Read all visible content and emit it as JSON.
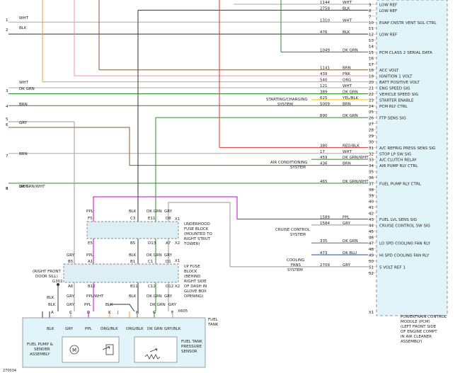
{
  "colors": {
    "wire_wht": "#aaaaaa",
    "wire_blk": "#333333",
    "wire_dkgrn": "#2e8b2e",
    "wire_gry": "#999999",
    "wire_brn": "#8b5a2b",
    "wire_ppl": "#cc00cc",
    "wire_pnk": "#ff88bb",
    "wire_org": "#ff9933",
    "wire_red": "#dd3333",
    "wire_yel": "#e6c200",
    "wire_dkblu": "#2244aa",
    "pcm_fill": "#e0f4fa",
    "tank_fill": "#e0f4fa",
    "fuse_fill": "#ddeef4"
  },
  "pcm": {
    "caption": [
      "POWERTRAIN CONTROL",
      "MODULE (PCM)",
      "(LEFT FRONT SIDE",
      "OF ENGINE COMPT",
      "IN AIR CLEANER",
      "ASSEMBLY)"
    ],
    "x1_label": "X1"
  },
  "pins": [
    {
      "n": "9",
      "sig": "LOW REF",
      "num": "1144",
      "color": "WHT"
    },
    {
      "n": "8",
      "sig": "LOW REF",
      "num": "2759",
      "color": "BLK"
    },
    {
      "n": "7",
      "sig": "",
      "num": "",
      "color": ""
    },
    {
      "n": "10",
      "sig": "EVAP CNSTR VENT SOL CTRL",
      "num": "1310",
      "color": "WHT"
    },
    {
      "n": "11",
      "sig": "",
      "num": "",
      "color": ""
    },
    {
      "n": "12",
      "sig": "LOW REF",
      "num": "476",
      "color": "BLK"
    },
    {
      "n": "13",
      "sig": "",
      "num": "",
      "color": ""
    },
    {
      "n": "14",
      "sig": "",
      "num": "",
      "color": ""
    },
    {
      "n": "15",
      "sig": "PCM CLASS 2 SERIAL DATA",
      "num": "1049",
      "color": "DK GRN"
    },
    {
      "n": "16",
      "sig": "",
      "num": "",
      "color": ""
    },
    {
      "n": "17",
      "sig": "",
      "num": "",
      "color": ""
    },
    {
      "n": "18",
      "sig": "ACC VOLT",
      "num": "1141",
      "color": "BRN"
    },
    {
      "n": "19",
      "sig": "IGNITION 1 VOLT",
      "num": "439",
      "color": "PNK"
    },
    {
      "n": "20",
      "sig": "BATT POSITIVE VOLT",
      "num": "540",
      "color": "ORG"
    },
    {
      "n": "21",
      "sig": "ENG SPEED SIG",
      "num": "121",
      "color": "WHT"
    },
    {
      "n": "22",
      "sig": "VEHICLE SPEED SIG",
      "num": "389",
      "color": "DK GRN"
    },
    {
      "n": "23",
      "sig": "STARTER ENABLE",
      "num": "625",
      "color": "YEL/BLK"
    },
    {
      "n": "24",
      "sig": "PCM RLY CTRL",
      "num": "5009",
      "color": "BRN"
    },
    {
      "n": "25",
      "sig": "",
      "num": "",
      "color": ""
    },
    {
      "n": "26",
      "sig": "FTP SENS SIG",
      "num": "890",
      "color": "DK GRN"
    },
    {
      "n": "27",
      "sig": "",
      "num": "",
      "color": ""
    },
    {
      "n": "28",
      "sig": "",
      "num": "",
      "color": ""
    },
    {
      "n": "29",
      "sig": "",
      "num": "",
      "color": ""
    },
    {
      "n": "30",
      "sig": "",
      "num": "",
      "color": ""
    },
    {
      "n": "31",
      "sig": "A/C REFRIG PRESS SENS SIG",
      "num": "380",
      "color": "RED/BLK"
    },
    {
      "n": "32",
      "sig": "STOP LP SW SIG",
      "num": "17",
      "color": "WHT"
    },
    {
      "n": "33",
      "sig": "A/C CLUTCH RELAY",
      "num": "459",
      "color": "DK GRN/WHT"
    },
    {
      "n": "34",
      "sig": "AIR PUMP RLY CTRL",
      "num": "436",
      "color": "BRN"
    },
    {
      "n": "35",
      "sig": "",
      "num": "",
      "color": ""
    },
    {
      "n": "36",
      "sig": "",
      "num": "",
      "color": ""
    },
    {
      "n": "37",
      "sig": "FUEL PUMP RLY CTRL",
      "num": "465",
      "color": "DK GRN/WHT"
    },
    {
      "n": "38",
      "sig": "",
      "num": "",
      "color": ""
    },
    {
      "n": "39",
      "sig": "",
      "num": "",
      "color": ""
    },
    {
      "n": "40",
      "sig": "",
      "num": "",
      "color": ""
    },
    {
      "n": "41",
      "sig": "",
      "num": "",
      "color": ""
    },
    {
      "n": "42",
      "sig": "",
      "num": "",
      "color": ""
    },
    {
      "n": "43",
      "sig": "FUEL LVL SENS SIG",
      "num": "1589",
      "color": "PPL"
    },
    {
      "n": "44",
      "sig": "CRUISE CONTROL SW SIG",
      "num": "1584",
      "color": "GRY"
    },
    {
      "n": "45",
      "sig": "",
      "num": "",
      "color": ""
    },
    {
      "n": "46",
      "sig": "",
      "num": "",
      "color": ""
    },
    {
      "n": "47",
      "sig": "LO SPD COOLING FAN RLY",
      "num": "335",
      "color": "DK GRN"
    },
    {
      "n": "48",
      "sig": "",
      "num": "",
      "color": ""
    },
    {
      "n": "49",
      "sig": "HI SPD COOLING FAN RLY",
      "num": "473",
      "color": "DK BLU"
    },
    {
      "n": "50",
      "sig": "",
      "num": "",
      "color": ""
    },
    {
      "n": "51",
      "sig": "5 VOLT REF 1",
      "num": "2709",
      "color": "GRY"
    },
    {
      "n": "52",
      "sig": "",
      "num": "",
      "color": ""
    }
  ],
  "left_wires": [
    {
      "n": "1",
      "color": "WHT"
    },
    {
      "n": "2",
      "color": "BLK"
    },
    {
      "n": "",
      "color": "WHT"
    },
    {
      "n": "3",
      "color": "DK GRN"
    },
    {
      "n": "4",
      "color": "BRN"
    },
    {
      "n": "5",
      "color": ""
    },
    {
      "n": "6",
      "color": "GRY"
    },
    {
      "n": "7",
      "color": "BRN"
    },
    {
      "n": "8",
      "color": "WHT"
    },
    {
      "n": "9",
      "color": "DK GRN/WHT"
    }
  ],
  "systems": {
    "starting": [
      "STARTING/CHARGING",
      "SYSTEM"
    ],
    "ac": [
      "AIR CONDITIONING",
      "SYSTEM"
    ],
    "cruise": [
      "CRUISE CONTROL",
      "SYSTEM"
    ],
    "cooling": [
      "COOLING",
      "FANS",
      "SYSTEM"
    ]
  },
  "underhood_block": {
    "label": [
      "UNDERHOOD",
      "FUSE BLOCK",
      "(MOUNTED TO",
      "RIGHT STRUT",
      "TOWER)"
    ],
    "x1": "X1",
    "x2": "X2",
    "top_colors": [
      "PPL",
      "BLK",
      "DK GRN",
      "GRY"
    ],
    "top_pins": [
      "F5",
      "C3",
      "E11",
      "D8"
    ],
    "bot_pins": [
      "E5",
      "B5",
      "D13",
      "A7"
    ]
  },
  "ip_block": {
    "label": [
      "I/P FUSE",
      "BLOCK",
      "(BEHIND",
      "RIGHT SIDE",
      "OF DASH IN",
      "GLOVE BOX",
      "OPENING)"
    ],
    "x1": "X1",
    "x2": "X2",
    "mid_colors": [
      "GRY",
      "PPL",
      "BLK",
      "DK GRN",
      "GRY"
    ],
    "top_pins": [
      "B5",
      "A1",
      "B1",
      "C1",
      "D1"
    ],
    "bot_pins": [
      "A6",
      "B12",
      "B11",
      "C12",
      "D12"
    ],
    "low_colors": [
      "GRY",
      "PPL/WHT",
      "BLK",
      "DK GRN",
      "GRY"
    ]
  },
  "ground": {
    "label": [
      "(RIGHT FRONT",
      "DOOR SILL)"
    ],
    "id": "G302",
    "wire": "BLK"
  },
  "fuel_tank": {
    "label": [
      "FUEL",
      "TANK"
    ],
    "connector": "X605",
    "pins": [
      "A",
      "C",
      "D",
      "K",
      "J",
      "H",
      "G",
      "F"
    ],
    "top_colors": [
      "BLK",
      "GRY",
      "PPL",
      "BLK",
      "",
      "",
      "DK GRN",
      "GRY"
    ],
    "inside_colors": [
      "BLK",
      "GRY",
      "PPL",
      "ORG/BLK",
      "ORG/BLK",
      "DK GRN",
      "GRY/BLK"
    ],
    "pump_label": [
      "FUEL PUMP &",
      "SENDER",
      "ASSEMBLY"
    ],
    "sensor_label": [
      "FUEL TANK",
      "PRESSURE",
      "SENSOR"
    ],
    "motor": "M"
  },
  "footer_code": "270034"
}
